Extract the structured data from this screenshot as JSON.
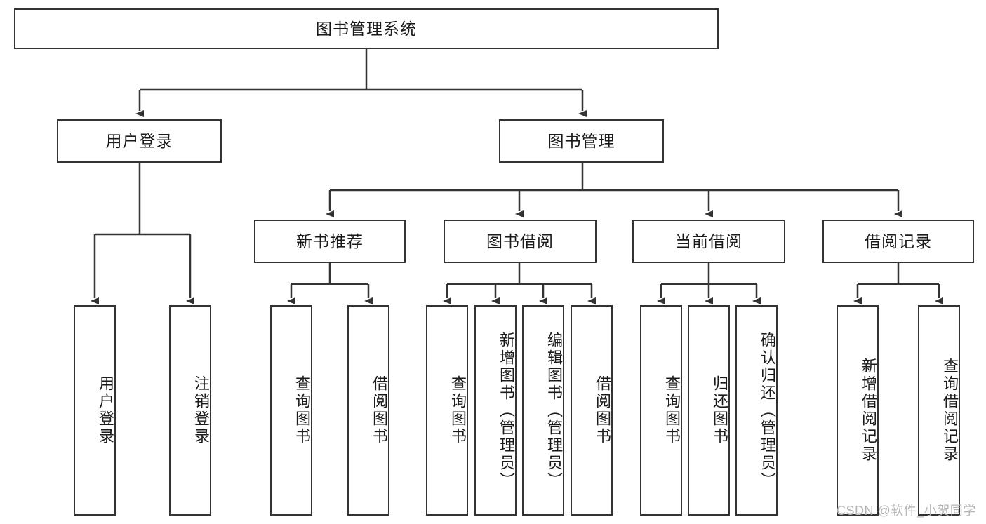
{
  "diagram": {
    "title_node": {
      "label": "图书管理系统"
    },
    "level2": [
      {
        "id": "user-login",
        "label": "用户登录"
      },
      {
        "id": "book-management",
        "label": "图书管理"
      }
    ],
    "level3": [
      {
        "id": "new-book-recommend",
        "label": "新书推荐"
      },
      {
        "id": "book-borrow",
        "label": "图书借阅"
      },
      {
        "id": "current-borrow",
        "label": "当前借阅"
      },
      {
        "id": "borrow-record",
        "label": "借阅记录"
      }
    ],
    "leaves": [
      {
        "id": "leaf-user-login",
        "label": "用户登录"
      },
      {
        "id": "leaf-logout-login",
        "label": "注销登录"
      },
      {
        "id": "leaf-query-book-1",
        "label": "查询图书"
      },
      {
        "id": "leaf-borrow-book-1",
        "label": "借阅图书"
      },
      {
        "id": "leaf-query-book-2",
        "label": "查询图书"
      },
      {
        "id": "leaf-add-book-admin",
        "label": "新增图书（管理员）"
      },
      {
        "id": "leaf-edit-book-admin",
        "label": "编辑图书（管理员）"
      },
      {
        "id": "leaf-borrow-book-2",
        "label": "借阅图书"
      },
      {
        "id": "leaf-query-book-3",
        "label": "查询图书"
      },
      {
        "id": "leaf-return-book",
        "label": "归还图书"
      },
      {
        "id": "leaf-confirm-return-admin",
        "label": "确认归还（管理员）"
      },
      {
        "id": "leaf-add-borrow-record",
        "label": "新增借阅记录"
      },
      {
        "id": "leaf-query-borrow-record",
        "label": "查询借阅记录"
      }
    ]
  },
  "watermark": {
    "text": "CSDN @软件_小贺同学"
  },
  "colors": {
    "stroke": "#333333",
    "background": "#ffffff",
    "text": "#1a1a1a",
    "watermark": "#b5b5b5"
  }
}
